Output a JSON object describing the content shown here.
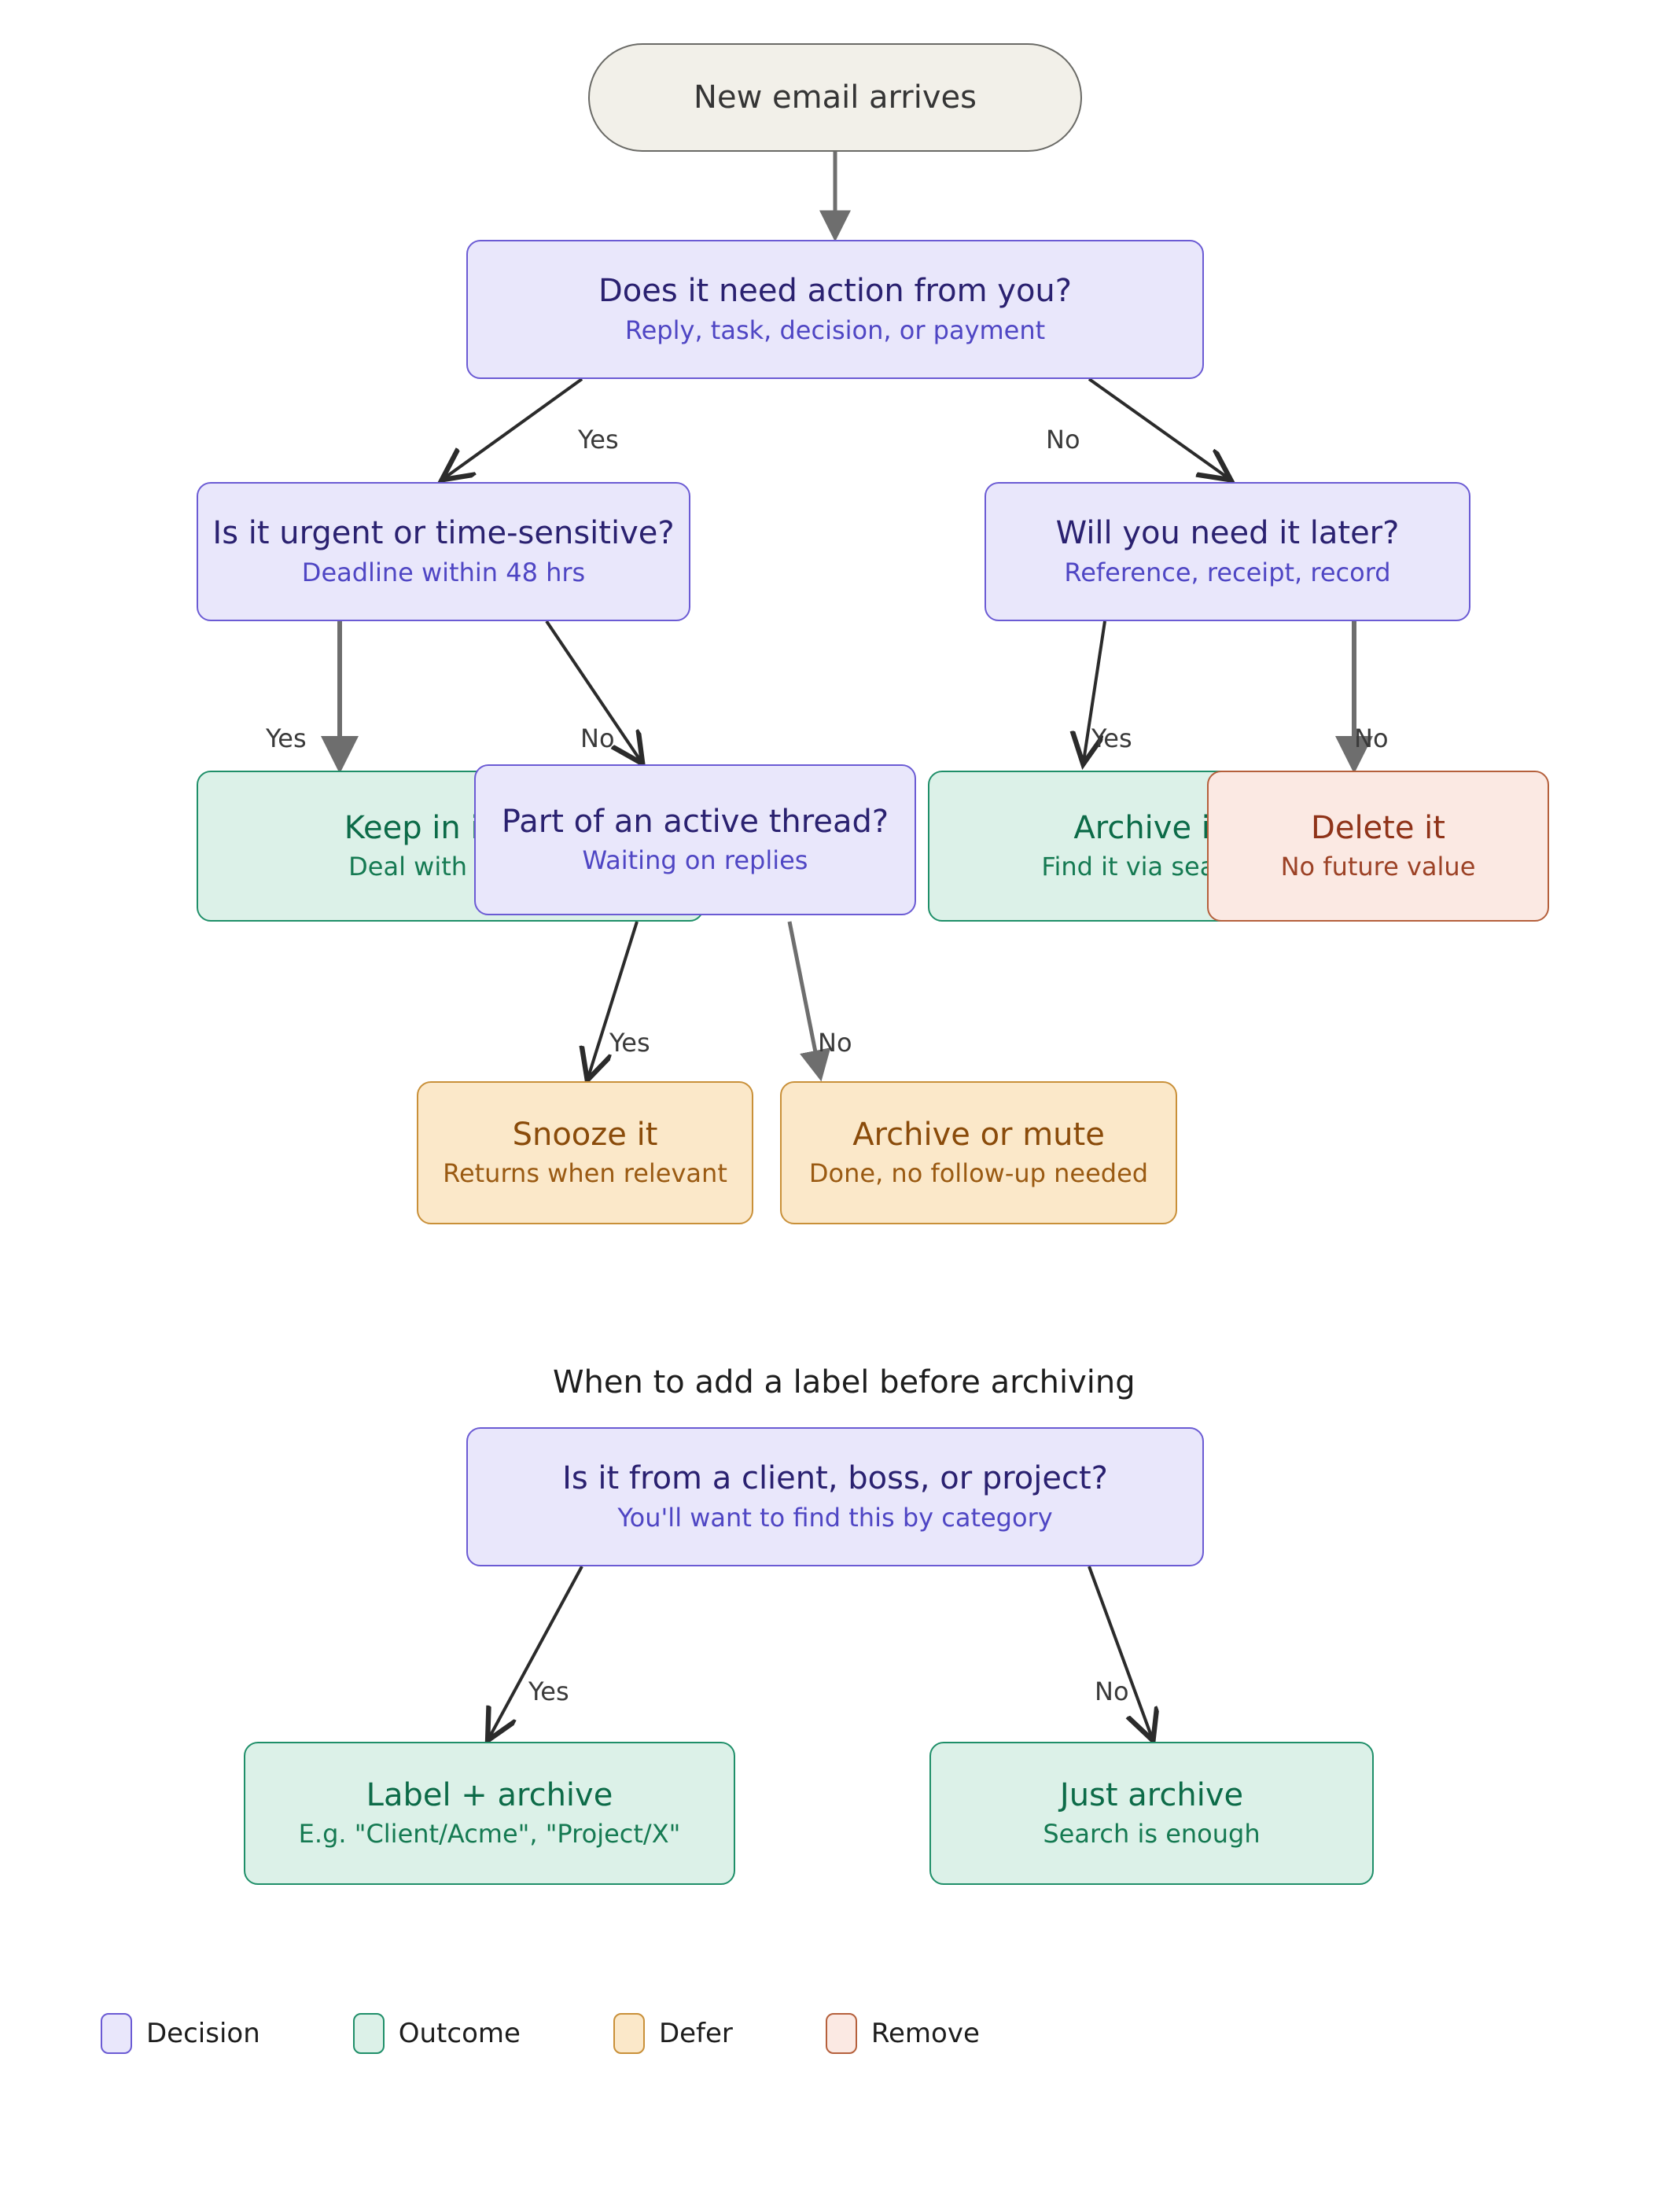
{
  "palette": {
    "start_fill": "#f2f0e9",
    "start_border": "#6a6a66",
    "decision_fill": "#e9e7fb",
    "decision_border": "#6b5bd4",
    "decision_text": "#2a2170",
    "outcome_fill": "#dcf1e8",
    "outcome_border": "#1f8f69",
    "outcome_text": "#0c6b48",
    "defer_fill": "#fbe8c9",
    "defer_border": "#c99039",
    "defer_text": "#8a4b0a",
    "remove_fill": "#fbe9e3",
    "remove_border": "#b5603c",
    "remove_text": "#8f3319",
    "edge_thin": "#2b2b2b",
    "edge_thick": "#6e6e6e"
  },
  "flow1": {
    "start": {
      "title": "New email arrives"
    },
    "d_action": {
      "title": "Does it need action from you?",
      "subtitle": "Reply, task, decision, or payment"
    },
    "d_urgent": {
      "title": "Is it urgent or time-sensitive?",
      "subtitle": "Deadline within 48 hrs"
    },
    "d_later": {
      "title": "Will you need it later?",
      "subtitle": "Reference, receipt, record"
    },
    "o_keep": {
      "title": "Keep in inbox",
      "subtitle": "Deal with it now"
    },
    "d_thread": {
      "title": "Part of an active thread?",
      "subtitle": "Waiting on replies"
    },
    "o_archive": {
      "title": "Archive it",
      "subtitle": "Find it via search"
    },
    "r_delete": {
      "title": "Delete it",
      "subtitle": "No future value"
    },
    "f_snooze": {
      "title": "Snooze it",
      "subtitle": "Returns when relevant"
    },
    "f_archmute": {
      "title": "Archive or mute",
      "subtitle": "Done, no follow-up needed"
    },
    "labels": {
      "action_yes": "Yes",
      "action_no": "No",
      "urgent_yes": "Yes",
      "urgent_no": "No",
      "later_yes": "Yes",
      "later_no": "No",
      "thread_yes": "Yes",
      "thread_no": "No"
    }
  },
  "flow2": {
    "heading": "When to add a label before archiving",
    "d_category": {
      "title": "Is it from a client, boss, or project?",
      "subtitle": "You'll want to find this by category"
    },
    "o_label": {
      "title": "Label + archive",
      "subtitle": "E.g. \"Client/Acme\", \"Project/X\""
    },
    "o_just": {
      "title": "Just archive",
      "subtitle": "Search is enough"
    },
    "labels": {
      "category_yes": "Yes",
      "category_no": "No"
    }
  },
  "legend": {
    "items": [
      {
        "label": "Decision"
      },
      {
        "label": "Outcome"
      },
      {
        "label": "Defer"
      },
      {
        "label": "Remove"
      }
    ]
  }
}
